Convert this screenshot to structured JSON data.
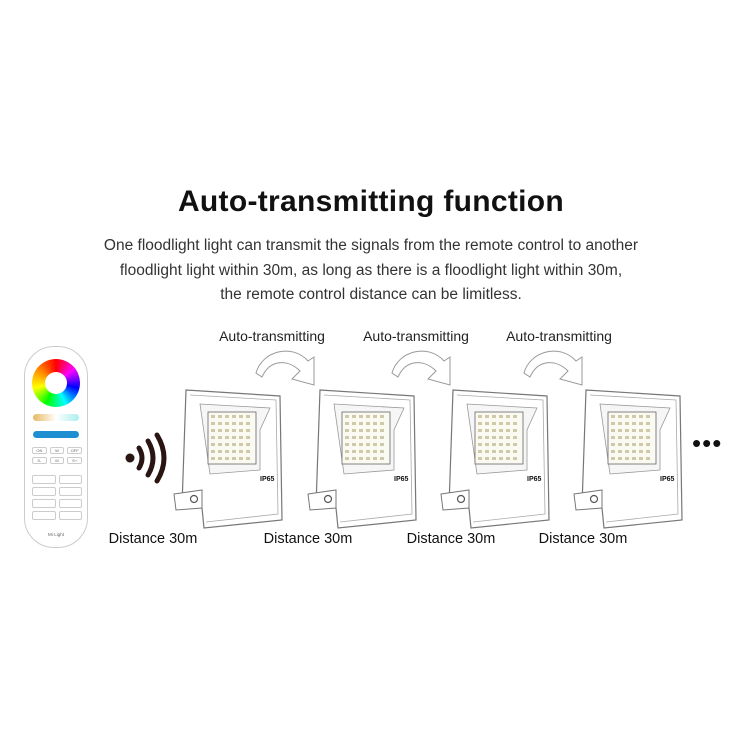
{
  "title": "Auto-transmitting function",
  "description": [
    "One floodlight light can transmit the signals from the remote control to another",
    "floodlight light within 30m, as long as there is a floodlight light within 30m,",
    "the remote control distance can be limitless."
  ],
  "auto_labels": [
    "Auto-transmitting",
    "Auto-transmitting",
    "Auto-transmitting"
  ],
  "distance_labels": [
    "Distance 30m",
    "Distance 30m",
    "Distance 30m",
    "Distance 30m"
  ],
  "floodlight_badge": "IP65",
  "remote": {
    "buttons": [
      "ON",
      "W",
      "OFF",
      "S-",
      "M",
      "S+"
    ],
    "brand": "Mi·Light"
  },
  "more": "•••"
}
